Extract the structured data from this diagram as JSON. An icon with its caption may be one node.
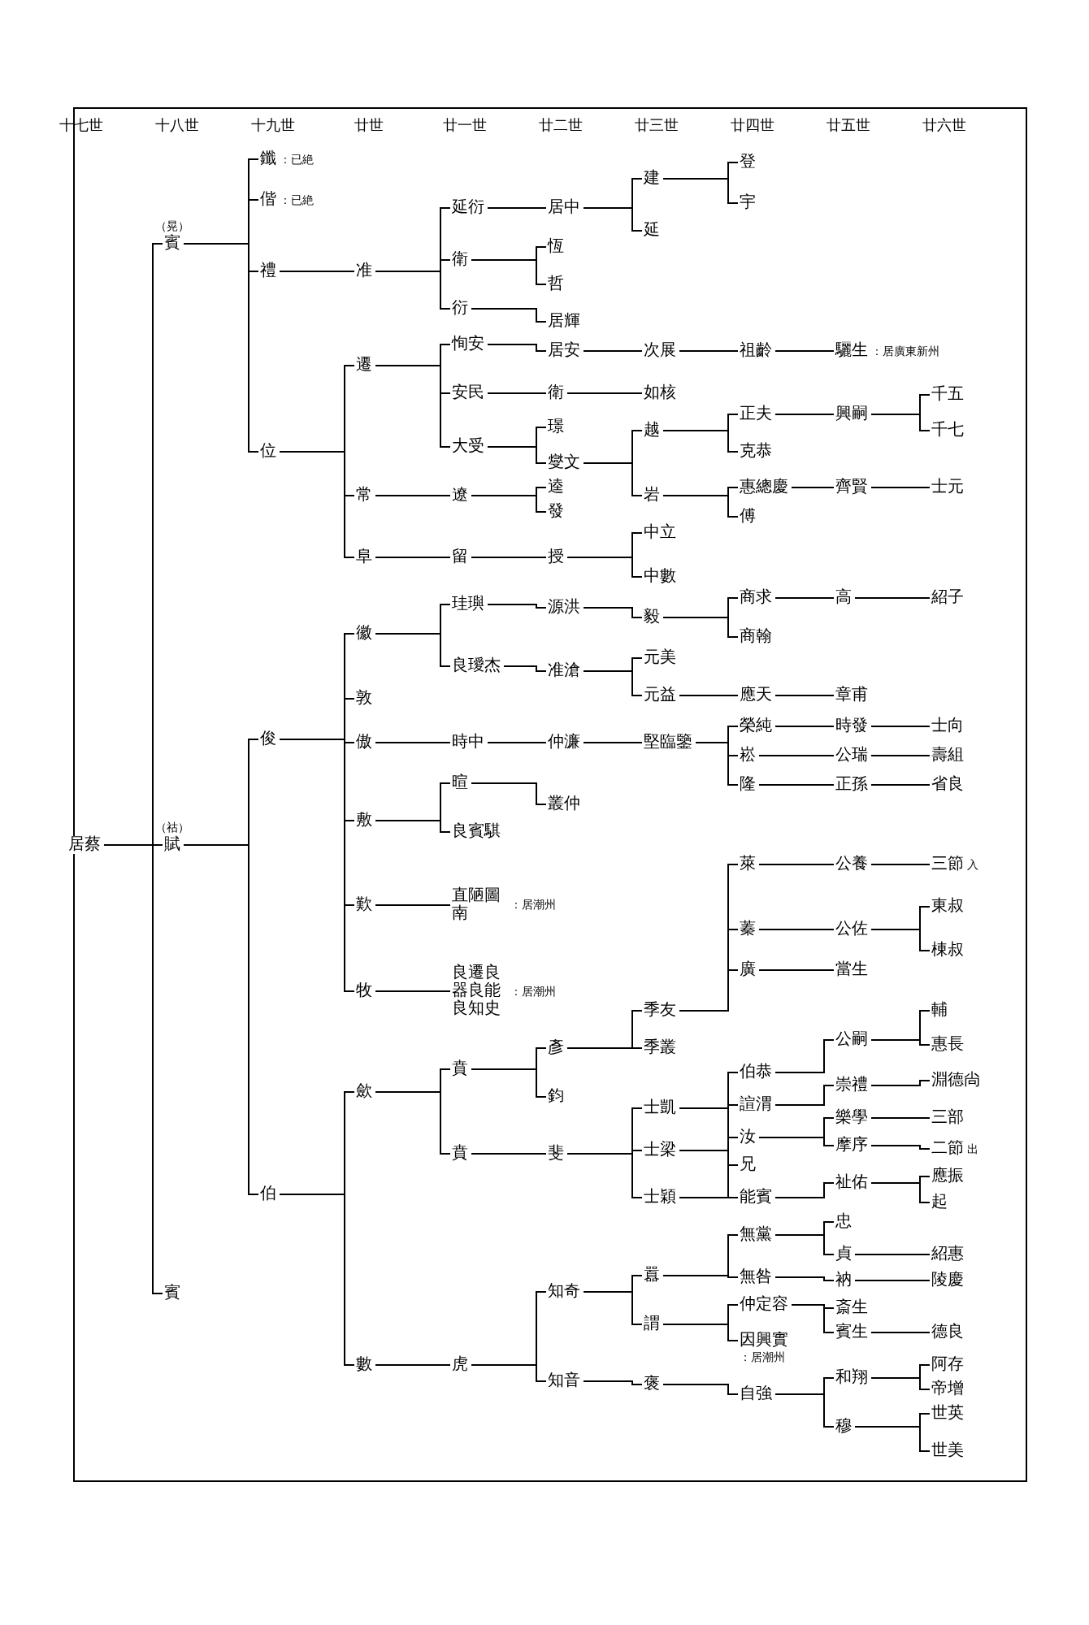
{
  "diagram": {
    "nodes": [
      {
        "text": [
          "居蔡"
        ]
      },
      {
        "text": [
          "賓"
        ],
        "beside": [
          "（晃）"
        ]
      },
      {
        "text": [
          "鑯"
        ],
        "beside": [
          "：已絶"
        ]
      },
      {
        "text": [
          "偕"
        ],
        "beside": [
          "：已絶"
        ]
      },
      {
        "text": [
          "禮"
        ]
      },
      {
        "text": [
          "准"
        ]
      },
      {
        "text": [
          "延衍"
        ]
      },
      {
        "text": [
          "居中"
        ]
      },
      {
        "text": [
          "建"
        ]
      },
      {
        "text": [
          "登"
        ]
      },
      {
        "text": [
          "宇"
        ]
      },
      {
        "text": [
          "延"
        ]
      },
      {
        "text": [
          "衛"
        ]
      },
      {
        "text": [
          "恆"
        ]
      },
      {
        "text": [
          "哲"
        ]
      },
      {
        "text": [
          "衍"
        ]
      },
      {
        "text": [
          "居輝"
        ]
      },
      {
        "text": [
          "位"
        ]
      },
      {
        "text": [
          "遷"
        ]
      },
      {
        "text": [
          "恂安"
        ]
      },
      {
        "text": [
          "居安"
        ]
      },
      {
        "text": [
          "次展"
        ]
      },
      {
        "text": [
          "祖齡"
        ]
      },
      {
        "text": [
          "驪生"
        ],
        "beside": [
          "：居廣東新州"
        ]
      },
      {
        "text": [
          "安民"
        ]
      },
      {
        "text": [
          "衛"
        ]
      },
      {
        "text": [
          "如核"
        ]
      },
      {
        "text": [
          "大受"
        ]
      },
      {
        "text": [
          "璟"
        ]
      },
      {
        "text": [
          "燮文"
        ]
      },
      {
        "text": [
          "越"
        ]
      },
      {
        "text": [
          "正夫"
        ]
      },
      {
        "text": [
          "興嗣"
        ]
      },
      {
        "text": [
          "千五"
        ]
      },
      {
        "text": [
          "千七"
        ]
      },
      {
        "text": [
          "克恭"
        ]
      },
      {
        "text": [
          "岩"
        ]
      },
      {
        "text": [
          "惠總慶"
        ]
      },
      {
        "text": [
          "齊賢"
        ]
      },
      {
        "text": [
          "士元"
        ]
      },
      {
        "text": [
          "傅"
        ]
      },
      {
        "text": [
          "常"
        ]
      },
      {
        "text": [
          "遼"
        ]
      },
      {
        "text": [
          "逵"
        ]
      },
      {
        "text": [
          "發"
        ]
      },
      {
        "text": [
          "阜"
        ]
      },
      {
        "text": [
          "留"
        ]
      },
      {
        "text": [
          "授"
        ]
      },
      {
        "text": [
          "中立"
        ]
      },
      {
        "text": [
          "中數"
        ]
      },
      {
        "text": [
          "賦"
        ],
        "beside": [
          "（祜）"
        ]
      },
      {
        "text": [
          "俊"
        ]
      },
      {
        "text": [
          "徽"
        ]
      },
      {
        "text": [
          "珪璵"
        ]
      },
      {
        "text": [
          "源洪"
        ]
      },
      {
        "text": [
          "毅"
        ]
      },
      {
        "text": [
          "商求"
        ]
      },
      {
        "text": [
          "高"
        ]
      },
      {
        "text": [
          "紹子"
        ]
      },
      {
        "text": [
          "商翰"
        ]
      },
      {
        "text": [
          "良璦杰"
        ]
      },
      {
        "text": [
          "准滄"
        ]
      },
      {
        "text": [
          "元美"
        ]
      },
      {
        "text": [
          "元益"
        ]
      },
      {
        "text": [
          "應天"
        ]
      },
      {
        "text": [
          "章甫"
        ]
      },
      {
        "text": [
          "敦"
        ]
      },
      {
        "text": [
          "傲"
        ]
      },
      {
        "text": [
          "時中"
        ]
      },
      {
        "text": [
          "仲濂"
        ]
      },
      {
        "text": [
          "堅臨鑒"
        ]
      },
      {
        "text": [
          "榮純"
        ]
      },
      {
        "text": [
          "時發"
        ]
      },
      {
        "text": [
          "士向"
        ]
      },
      {
        "text": [
          "崧"
        ]
      },
      {
        "text": [
          "公瑞"
        ]
      },
      {
        "text": [
          "壽組"
        ]
      },
      {
        "text": [
          "隆"
        ]
      },
      {
        "text": [
          "正孫"
        ]
      },
      {
        "text": [
          "省良"
        ]
      },
      {
        "text": [
          "敷"
        ]
      },
      {
        "text": [
          "暄"
        ]
      },
      {
        "text": [
          "叢仲"
        ]
      },
      {
        "text": [
          "良賓騏"
        ]
      },
      {
        "text": [
          "歎"
        ]
      },
      {
        "text": [
          "直陋圖南"
        ],
        "beside": [
          "：居潮州"
        ]
      },
      {
        "text": [
          "牧"
        ]
      },
      {
        "text": [
          "良遷良器良能良知史"
        ],
        "beside": [
          "：居潮州"
        ]
      },
      {
        "text": [
          "伯"
        ]
      },
      {
        "text": [
          "歛"
        ]
      },
      {
        "text": [
          "賁"
        ]
      },
      {
        "text": [
          "彥"
        ]
      },
      {
        "text": [
          "季友"
        ]
      },
      {
        "text": [
          "萊"
        ]
      },
      {
        "text": [
          "公養"
        ]
      },
      {
        "text": [
          "三節"
        ],
        "beside": [
          "入"
        ]
      },
      {
        "text": [
          "蓁"
        ]
      },
      {
        "text": [
          "公佐"
        ]
      },
      {
        "text": [
          "東叔"
        ]
      },
      {
        "text": [
          "棟叔"
        ]
      },
      {
        "text": [
          "廣"
        ]
      },
      {
        "text": [
          "當生"
        ]
      },
      {
        "text": [
          "季叢"
        ]
      },
      {
        "text": [
          "鈞"
        ]
      },
      {
        "text": [
          "賁"
        ]
      },
      {
        "text": [
          "斐"
        ]
      },
      {
        "text": [
          "士凱"
        ]
      },
      {
        "text": [
          "伯恭"
        ]
      },
      {
        "text": [
          "公嗣"
        ]
      },
      {
        "text": [
          "輔"
        ]
      },
      {
        "text": [
          "惠長"
        ]
      },
      {
        "text": [
          "士梁"
        ]
      },
      {
        "text": [
          "諠渭"
        ]
      },
      {
        "text": [
          "崇禮"
        ]
      },
      {
        "text": [
          "淵德尙"
        ]
      },
      {
        "text": [
          "士穎"
        ]
      },
      {
        "text": [
          "汝"
        ]
      },
      {
        "text": [
          "樂學"
        ]
      },
      {
        "text": [
          "三部"
        ]
      },
      {
        "text": [
          "摩序"
        ]
      },
      {
        "text": [
          "二節"
        ],
        "beside": [
          "出"
        ]
      },
      {
        "text": [
          "兄"
        ]
      },
      {
        "text": [
          "能賓"
        ]
      },
      {
        "text": [
          "祉佑"
        ]
      },
      {
        "text": [
          "應振"
        ]
      },
      {
        "text": [
          "起"
        ]
      },
      {
        "text": [
          "數"
        ]
      },
      {
        "text": [
          "虎"
        ]
      },
      {
        "text": [
          "知奇"
        ]
      },
      {
        "text": [
          "囂"
        ]
      },
      {
        "text": [
          "無黨"
        ]
      },
      {
        "text": [
          "忠"
        ]
      },
      {
        "text": [
          "貞"
        ]
      },
      {
        "text": [
          "紹惠"
        ]
      },
      {
        "text": [
          "無咎"
        ]
      },
      {
        "text": [
          "衲"
        ]
      },
      {
        "text": [
          "陵慶"
        ]
      },
      {
        "text": [
          "謂"
        ]
      },
      {
        "text": [
          "仲定容"
        ]
      },
      {
        "text": [
          "斎生"
        ]
      },
      {
        "text": [
          "賓生"
        ]
      },
      {
        "text": [
          "德良"
        ]
      },
      {
        "text": [
          "因興實"
        ],
        "beside": [
          "：居潮州"
        ]
      },
      {
        "text": [
          "知音"
        ]
      },
      {
        "text": [
          "褒"
        ]
      },
      {
        "text": [
          "自強"
        ]
      },
      {
        "text": [
          "和翔"
        ]
      },
      {
        "text": [
          "阿存"
        ]
      },
      {
        "text": [
          "帝增"
        ]
      },
      {
        "text": [
          "穆"
        ]
      },
      {
        "text": [
          "世英"
        ]
      },
      {
        "text": [
          "世美"
        ]
      },
      {
        "text": [
          "賓"
        ]
      }
    ],
    "edges": [
      {
        "from": 0,
        "to": 1,
        "arrow": "none"
      },
      {
        "from": 1,
        "to": 2,
        "arrow": "none"
      },
      {
        "from": 1,
        "to": 3,
        "arrow": "none"
      },
      {
        "from": 1,
        "to": 4,
        "arrow": "none"
      },
      {
        "from": 4,
        "to": 5,
        "arrow": "none"
      },
      {
        "from": 5,
        "to": 6,
        "arrow": "none"
      },
      {
        "from": 6,
        "to": 7,
        "arrow": "none"
      },
      {
        "from": 7,
        "to": 8,
        "arrow": "none"
      },
      {
        "from": 8,
        "to": 9,
        "arrow": "none"
      },
      {
        "from": 8,
        "to": 10,
        "arrow": "none"
      },
      {
        "from": 7,
        "to": 11,
        "arrow": "none"
      },
      {
        "from": 5,
        "to": 12,
        "arrow": "none"
      },
      {
        "from": 12,
        "to": 13,
        "arrow": "none"
      },
      {
        "from": 12,
        "to": 14,
        "arrow": "none"
      },
      {
        "from": 5,
        "to": 15,
        "arrow": "none"
      },
      {
        "from": 15,
        "to": 16,
        "arrow": "none"
      },
      {
        "from": 1,
        "to": 17,
        "arrow": "none"
      },
      {
        "from": 17,
        "to": 18,
        "arrow": "none"
      },
      {
        "from": 18,
        "to": 19,
        "arrow": "none"
      },
      {
        "from": 19,
        "to": 20,
        "arrow": "none"
      },
      {
        "from": 20,
        "to": 21,
        "arrow": "none"
      },
      {
        "from": 21,
        "to": 22,
        "arrow": "none"
      },
      {
        "from": 22,
        "to": 23,
        "arrow": "none"
      },
      {
        "from": 18,
        "to": 24,
        "arrow": "none"
      },
      {
        "from": 24,
        "to": 25,
        "arrow": "none"
      },
      {
        "from": 25,
        "to": 26,
        "arrow": "none"
      },
      {
        "from": 18,
        "to": 27,
        "arrow": "none"
      },
      {
        "from": 27,
        "to": 28,
        "arrow": "none"
      },
      {
        "from": 27,
        "to": 29,
        "arrow": "none"
      },
      {
        "from": 29,
        "to": 30,
        "arrow": "none"
      },
      {
        "from": 30,
        "to": 31,
        "arrow": "none"
      },
      {
        "from": 31,
        "to": 32,
        "arrow": "none"
      },
      {
        "from": 32,
        "to": 33,
        "arrow": "none"
      },
      {
        "from": 32,
        "to": 34,
        "arrow": "none"
      },
      {
        "from": 30,
        "to": 35,
        "arrow": "none"
      },
      {
        "from": 29,
        "to": 36,
        "arrow": "none"
      },
      {
        "from": 36,
        "to": 37,
        "arrow": "none"
      },
      {
        "from": 37,
        "to": 38,
        "arrow": "none"
      },
      {
        "from": 38,
        "to": 39,
        "arrow": "none"
      },
      {
        "from": 36,
        "to": 40,
        "arrow": "none"
      },
      {
        "from": 17,
        "to": 41,
        "arrow": "none"
      },
      {
        "from": 41,
        "to": 42,
        "arrow": "none"
      },
      {
        "from": 42,
        "to": 43,
        "arrow": "none"
      },
      {
        "from": 42,
        "to": 44,
        "arrow": "none"
      },
      {
        "from": 17,
        "to": 45,
        "arrow": "none"
      },
      {
        "from": 45,
        "to": 46,
        "arrow": "none"
      },
      {
        "from": 46,
        "to": 47,
        "arrow": "none"
      },
      {
        "from": 47,
        "to": 48,
        "arrow": "none"
      },
      {
        "from": 47,
        "to": 49,
        "arrow": "none"
      },
      {
        "from": 0,
        "to": 50,
        "arrow": "none"
      },
      {
        "from": 50,
        "to": 51,
        "arrow": "none"
      },
      {
        "from": 51,
        "to": 52,
        "arrow": "none"
      },
      {
        "from": 52,
        "to": 53,
        "arrow": "none"
      },
      {
        "from": 53,
        "to": 54,
        "arrow": "none"
      },
      {
        "from": 54,
        "to": 55,
        "arrow": "none"
      },
      {
        "from": 55,
        "to": 56,
        "arrow": "none"
      },
      {
        "from": 56,
        "to": 57,
        "arrow": "none"
      },
      {
        "from": 57,
        "to": 58,
        "arrow": "none"
      },
      {
        "from": 55,
        "to": 59,
        "arrow": "none"
      },
      {
        "from": 52,
        "to": 60,
        "arrow": "none"
      },
      {
        "from": 60,
        "to": 61,
        "arrow": "none"
      },
      {
        "from": 61,
        "to": 62,
        "arrow": "none"
      },
      {
        "from": 61,
        "to": 63,
        "arrow": "none"
      },
      {
        "from": 63,
        "to": 64,
        "arrow": "none"
      },
      {
        "from": 64,
        "to": 65,
        "arrow": "none"
      },
      {
        "from": 51,
        "to": 66,
        "arrow": "none"
      },
      {
        "from": 51,
        "to": 67,
        "arrow": "none"
      },
      {
        "from": 67,
        "to": 68,
        "arrow": "none"
      },
      {
        "from": 68,
        "to": 69,
        "arrow": "none"
      },
      {
        "from": 69,
        "to": 70,
        "arrow": "none"
      },
      {
        "from": 70,
        "to": 71,
        "arrow": "none"
      },
      {
        "from": 71,
        "to": 72,
        "arrow": "none"
      },
      {
        "from": 72,
        "to": 73,
        "arrow": "none"
      },
      {
        "from": 70,
        "to": 74,
        "arrow": "none"
      },
      {
        "from": 74,
        "to": 75,
        "arrow": "none"
      },
      {
        "from": 75,
        "to": 76,
        "arrow": "none"
      },
      {
        "from": 70,
        "to": 77,
        "arrow": "none"
      },
      {
        "from": 77,
        "to": 78,
        "arrow": "none"
      },
      {
        "from": 78,
        "to": 79,
        "arrow": "none"
      },
      {
        "from": 51,
        "to": 80,
        "arrow": "none"
      },
      {
        "from": 80,
        "to": 81,
        "arrow": "none"
      },
      {
        "from": 81,
        "to": 82,
        "arrow": "none"
      },
      {
        "from": 80,
        "to": 83,
        "arrow": "none"
      },
      {
        "from": 51,
        "to": 84,
        "arrow": "none"
      },
      {
        "from": 84,
        "to": 85,
        "arrow": "none"
      },
      {
        "from": 51,
        "to": 86,
        "arrow": "none"
      },
      {
        "from": 86,
        "to": 87,
        "arrow": "none"
      },
      {
        "from": 50,
        "to": 88,
        "arrow": "none"
      },
      {
        "from": 88,
        "to": 89,
        "arrow": "none"
      },
      {
        "from": 89,
        "to": 90,
        "arrow": "none"
      },
      {
        "from": 90,
        "to": 91,
        "arrow": "none"
      },
      {
        "from": 91,
        "to": 92,
        "arrow": "none"
      },
      {
        "from": 92,
        "to": 93,
        "arrow": "none"
      },
      {
        "from": 93,
        "to": 94,
        "arrow": "none"
      },
      {
        "from": 94,
        "to": 95,
        "arrow": "none"
      },
      {
        "from": 92,
        "to": 96,
        "arrow": "none"
      },
      {
        "from": 96,
        "to": 97,
        "arrow": "none"
      },
      {
        "from": 97,
        "to": 98,
        "arrow": "none"
      },
      {
        "from": 97,
        "to": 99,
        "arrow": "none"
      },
      {
        "from": 92,
        "to": 100,
        "arrow": "none"
      },
      {
        "from": 100,
        "to": 101,
        "arrow": "none"
      },
      {
        "from": 91,
        "to": 102,
        "arrow": "none"
      },
      {
        "from": 90,
        "to": 103,
        "arrow": "none"
      },
      {
        "from": 89,
        "to": 104,
        "arrow": "none"
      },
      {
        "from": 104,
        "to": 105,
        "arrow": "none"
      },
      {
        "from": 105,
        "to": 106,
        "arrow": "none"
      },
      {
        "from": 106,
        "to": 107,
        "arrow": "none"
      },
      {
        "from": 107,
        "to": 108,
        "arrow": "none"
      },
      {
        "from": 108,
        "to": 109,
        "arrow": "none"
      },
      {
        "from": 108,
        "to": 110,
        "arrow": "none"
      },
      {
        "from": 105,
        "to": 111,
        "arrow": "none"
      },
      {
        "from": 111,
        "to": 112,
        "arrow": "none"
      },
      {
        "from": 112,
        "to": 113,
        "arrow": "none"
      },
      {
        "from": 113,
        "to": 114,
        "arrow": "none"
      },
      {
        "from": 105,
        "to": 115,
        "arrow": "none"
      },
      {
        "from": 115,
        "to": 116,
        "arrow": "none"
      },
      {
        "from": 116,
        "to": 117,
        "arrow": "none"
      },
      {
        "from": 117,
        "to": 118,
        "arrow": "none"
      },
      {
        "from": 116,
        "to": 119,
        "arrow": "none"
      },
      {
        "from": 119,
        "to": 120,
        "arrow": "none"
      },
      {
        "from": 115,
        "to": 121,
        "arrow": "none"
      },
      {
        "from": 115,
        "to": 122,
        "arrow": "none"
      },
      {
        "from": 122,
        "to": 123,
        "arrow": "none"
      },
      {
        "from": 123,
        "to": 124,
        "arrow": "none"
      },
      {
        "from": 123,
        "to": 125,
        "arrow": "none"
      },
      {
        "from": 88,
        "to": 126,
        "arrow": "none"
      },
      {
        "from": 126,
        "to": 127,
        "arrow": "none"
      },
      {
        "from": 127,
        "to": 128,
        "arrow": "none"
      },
      {
        "from": 128,
        "to": 129,
        "arrow": "none"
      },
      {
        "from": 129,
        "to": 130,
        "arrow": "none"
      },
      {
        "from": 130,
        "to": 131,
        "arrow": "none"
      },
      {
        "from": 130,
        "to": 132,
        "arrow": "none"
      },
      {
        "from": 132,
        "to": 133,
        "arrow": "none"
      },
      {
        "from": 129,
        "to": 134,
        "arrow": "none"
      },
      {
        "from": 134,
        "to": 135,
        "arrow": "none"
      },
      {
        "from": 135,
        "to": 136,
        "arrow": "none"
      },
      {
        "from": 128,
        "to": 137,
        "arrow": "none"
      },
      {
        "from": 137,
        "to": 138,
        "arrow": "none"
      },
      {
        "from": 138,
        "to": 139,
        "arrow": "none"
      },
      {
        "from": 138,
        "to": 140,
        "arrow": "none"
      },
      {
        "from": 140,
        "to": 141,
        "arrow": "none"
      },
      {
        "from": 137,
        "to": 142,
        "arrow": "none"
      },
      {
        "from": 127,
        "to": 143,
        "arrow": "none"
      },
      {
        "from": 143,
        "to": 144,
        "arrow": "none"
      },
      {
        "from": 144,
        "to": 145,
        "arrow": "none"
      },
      {
        "from": 145,
        "to": 146,
        "arrow": "none"
      },
      {
        "from": 146,
        "to": 147,
        "arrow": "none"
      },
      {
        "from": 146,
        "to": 148,
        "arrow": "none"
      },
      {
        "from": 145,
        "to": 149,
        "arrow": "none"
      },
      {
        "from": 149,
        "to": 150,
        "arrow": "none"
      },
      {
        "from": 149,
        "to": 151,
        "arrow": "none"
      },
      {
        "from": 0,
        "to": 152,
        "arrow": "none"
      }
    ],
    "labels": [
      "十七世",
      "十八世",
      "十九世",
      "廿世",
      "廿一世",
      "廿二世",
      "廿三世",
      "廿四世",
      "廿五世",
      "廿六世"
    ]
  }
}
